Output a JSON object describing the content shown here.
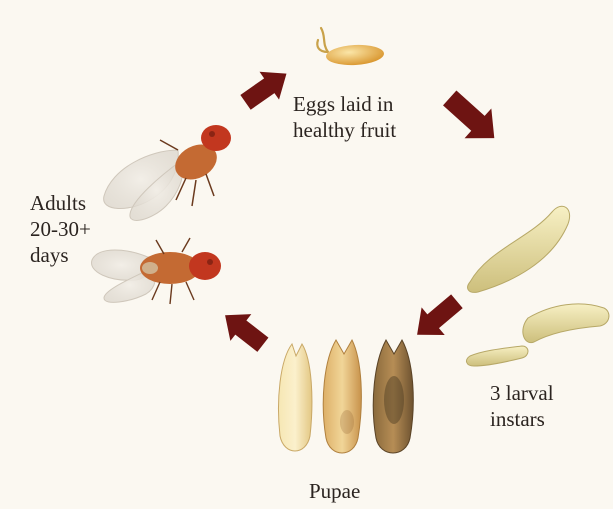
{
  "labels": {
    "eggs": "Eggs laid in\nhealthy fruit",
    "larvae": "3 larval\ninstars",
    "pupae": "Pupae",
    "adults": "Adults\n20-30+\ndays"
  },
  "colors": {
    "background": "#fbf8f1",
    "arrow": "#6e1412",
    "egg": "#e9b24c",
    "larva": "#e8dd9c",
    "fly_body": "#c46a33",
    "fly_eye": "#c2371f"
  },
  "stages": [
    "egg-icon",
    "larva-icon",
    "pupa-icon",
    "adult-fly-icon"
  ]
}
